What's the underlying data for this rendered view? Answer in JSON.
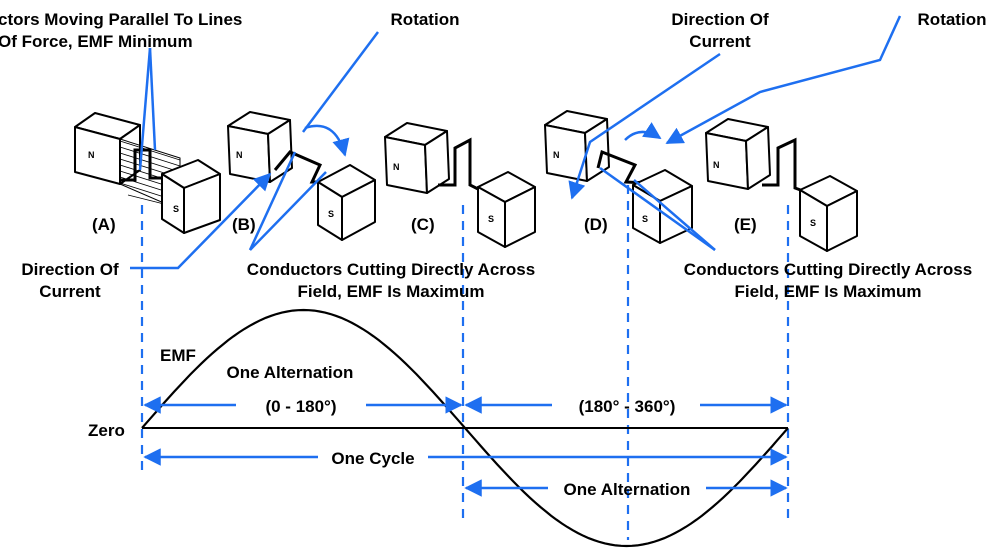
{
  "labels": {
    "top_left": [
      "ctors Moving Parallel To Lines",
      "Of Force, EMF Minimum"
    ],
    "rotation_1": "Rotation",
    "direction_current_top": [
      "Direction Of",
      "Current"
    ],
    "rotation_2": "Rotation",
    "direction_current_left": [
      "Direction Of",
      "Current"
    ],
    "cutting_1": [
      "Conductors Cutting Directly Across",
      "Field, EMF Is Maximum"
    ],
    "cutting_2": [
      "Conductors Cutting Directly Across",
      "Field, EMF Is Maximum"
    ],
    "positions": [
      "(A)",
      "(B)",
      "(C)",
      "(D)",
      "(E)"
    ],
    "pole_n": "N",
    "pole_s": "S",
    "emf": "EMF",
    "zero": "Zero",
    "one_alternation_top": "One Alternation",
    "range_first": "(0 - 180°)",
    "range_second": "(180° - 360°)",
    "one_cycle": "One Cycle",
    "one_alternation_bottom": "One Alternation"
  },
  "colors": {
    "annotation": "#1e6ff0",
    "lines": "#000000"
  }
}
